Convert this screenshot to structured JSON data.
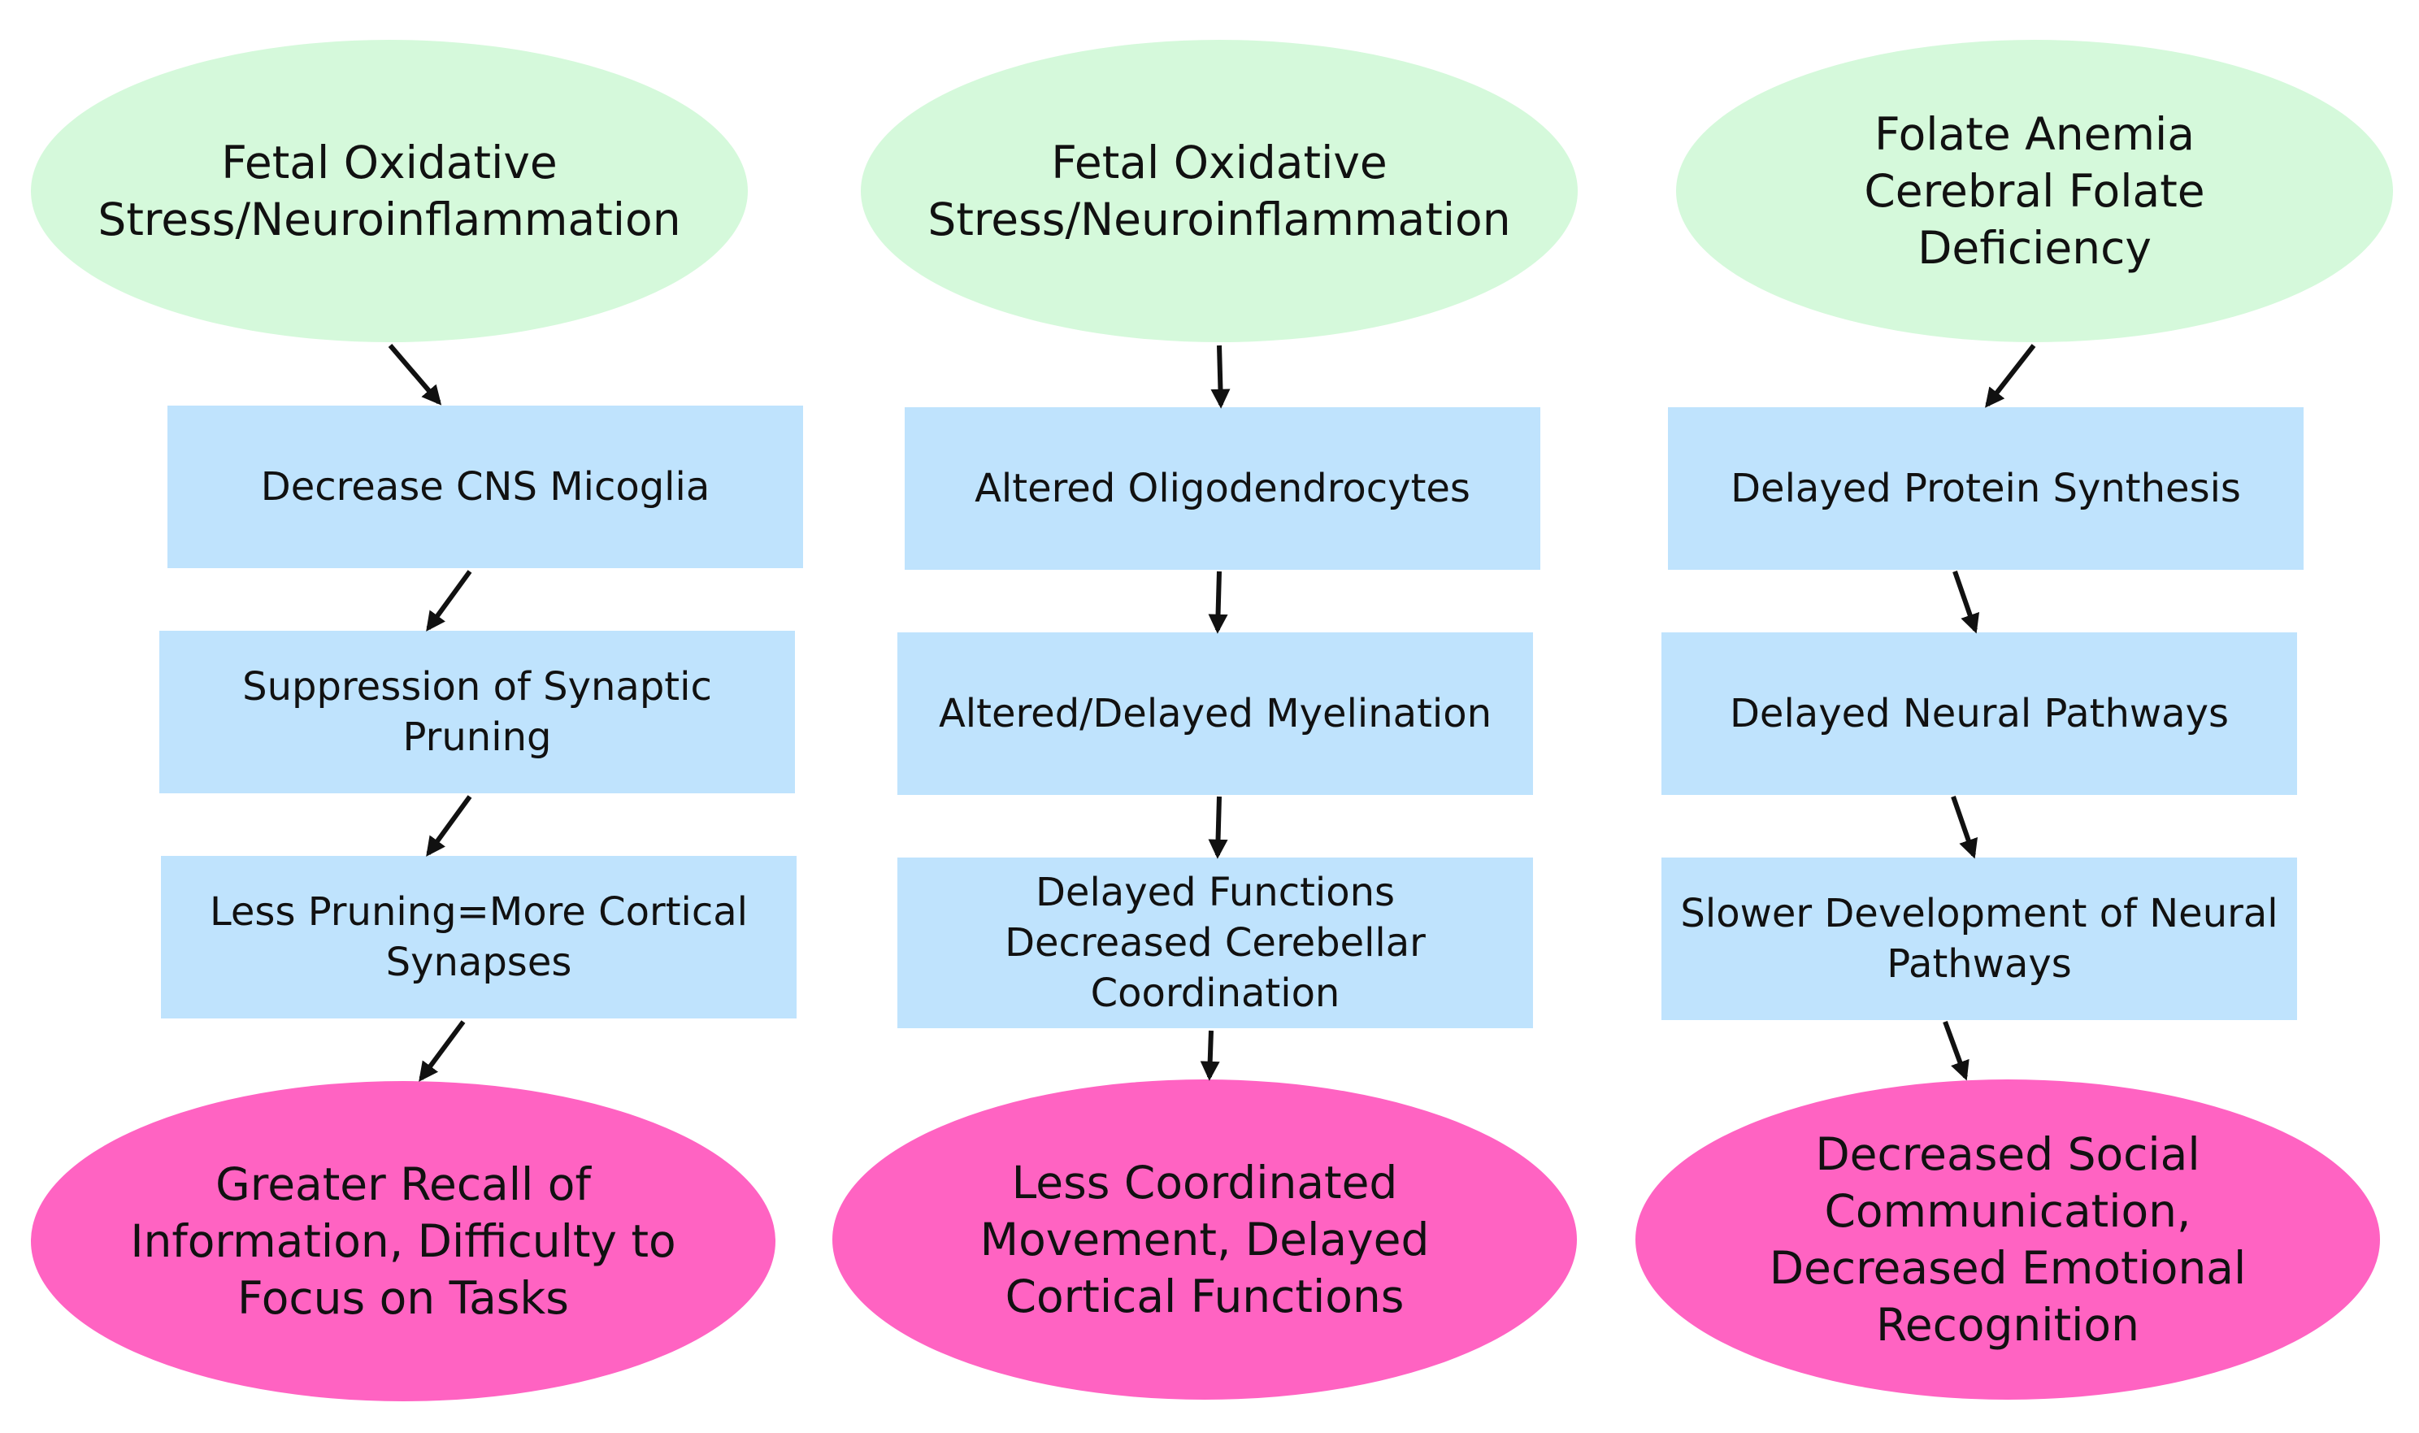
{
  "diagram": {
    "columns": [
      {
        "start": "Fetal Oxidative\nStress/Neuroinflammation",
        "steps": [
          "Decrease CNS Micoglia",
          "Suppression of Synaptic\nPruning",
          "Less Pruning=More Cortical\nSynapses"
        ],
        "end": "Greater Recall of\nInformation, Difficulty to\nFocus on Tasks"
      },
      {
        "start": "Fetal Oxidative\nStress/Neuroinflammation",
        "steps": [
          "Altered Oligodendrocytes",
          "Altered/Delayed Myelination",
          "Delayed Functions\nDecreased Cerebellar\nCoordination"
        ],
        "end": "Less Coordinated\nMovement, Delayed\nCortical Functions"
      },
      {
        "start": "Folate Anemia\nCerebral Folate\nDeficiency",
        "steps": [
          "Delayed Protein Synthesis",
          "Delayed Neural Pathways",
          "Slower Development of  Neural\nPathways"
        ],
        "end": "Decreased Social\nCommunication,\nDecreased Emotional\nRecognition"
      }
    ]
  },
  "colors": {
    "start_fill": "#d5f9db",
    "step_fill": "#bfe3fd",
    "end_fill": "#ff63c2",
    "arrow": "#111111"
  }
}
